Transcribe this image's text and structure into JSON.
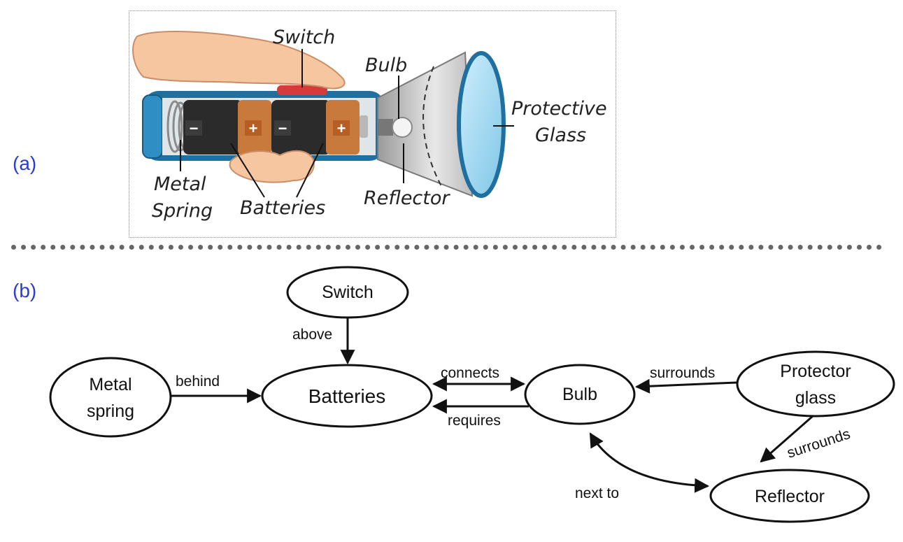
{
  "panels": {
    "a_label": "(a)",
    "b_label": "(b)"
  },
  "illustration": {
    "labels": {
      "switch": "Switch",
      "bulb": "Bulb",
      "protective": "Protective",
      "glass": "Glass",
      "metal": "Metal",
      "spring": "Spring",
      "batteries": "Batteries",
      "reflector": "Reflector",
      "minus": "−",
      "plus": "+"
    }
  },
  "graph": {
    "nodes": {
      "switch": "Switch",
      "metal_spring_1": "Metal",
      "metal_spring_2": "spring",
      "batteries": "Batteries",
      "bulb": "Bulb",
      "protector_1": "Protector",
      "protector_2": "glass",
      "reflector": "Reflector"
    },
    "edges": {
      "above": "above",
      "behind": "behind",
      "connects": "connects",
      "requires": "requires",
      "surrounds_bulb": "surrounds",
      "surrounds_reflector": "surrounds",
      "next_to": "next to"
    }
  },
  "colors": {
    "panel_label": "#2a3bd6",
    "battery_body": "#2b2b2b",
    "battery_cap": "#c87a3c",
    "tube": "#1f6fa0",
    "switch": "#d63a3a"
  }
}
